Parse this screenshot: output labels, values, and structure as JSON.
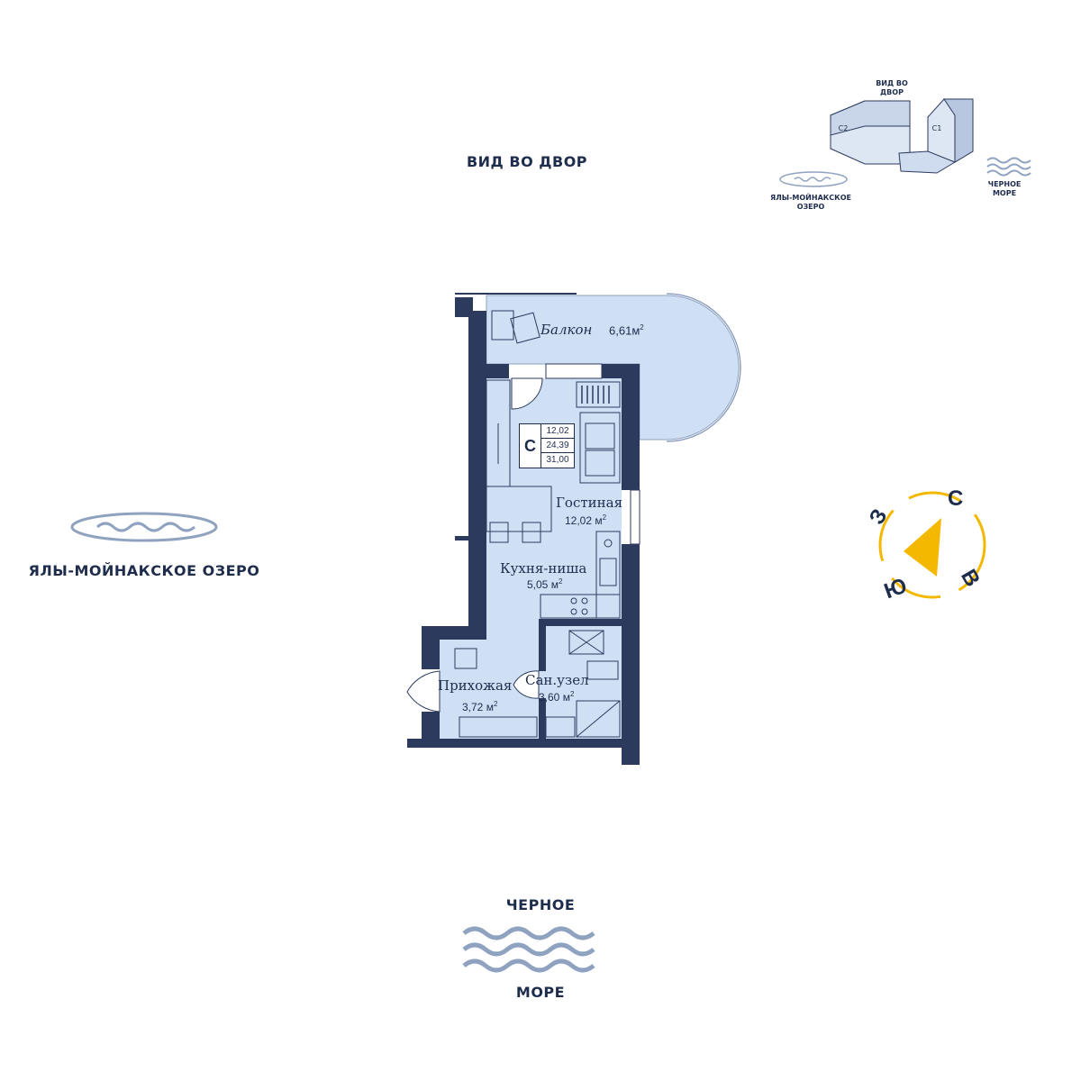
{
  "labels": {
    "view_yard": "ВИД ВО ДВОР",
    "lake": "ЯЛЫ-МОЙНАКСКОЕ ОЗЕРО",
    "sea_top": "ЧЕРНОЕ",
    "sea_bottom": "МОРЕ"
  },
  "mini_map": {
    "view_yard": "ВИД ВО ДВОР",
    "building_c2": "С2",
    "building_c1": "С1",
    "lake": "ЯЛЫ-МОЙНАКСКОЕ ОЗЕРО",
    "sea": "ЧЕРНОЕ МОРЕ"
  },
  "apartment": {
    "type": "С",
    "living_area": "12,02",
    "total_area": "24,39",
    "total_with_balcony": "31,00"
  },
  "rooms": {
    "balcony": {
      "name": "Балкон",
      "area": "6,61"
    },
    "living": {
      "name": "Гостиная",
      "area": "12,02"
    },
    "kitchen": {
      "name": "Кухня-ниша",
      "area": "5,05"
    },
    "hallway": {
      "name": "Прихожая",
      "area": "3,72"
    },
    "bathroom": {
      "name": "Сан.узел",
      "area": "3,60"
    },
    "unit": "м",
    "unit_exp": "2"
  },
  "compass": {
    "north": "С",
    "east": "В",
    "south": "Ю",
    "west": "З"
  },
  "colors": {
    "wall": "#2c3a5e",
    "floor": "#cfe0f5",
    "accent": "#f5b800",
    "wave": "#8fa2c0"
  }
}
